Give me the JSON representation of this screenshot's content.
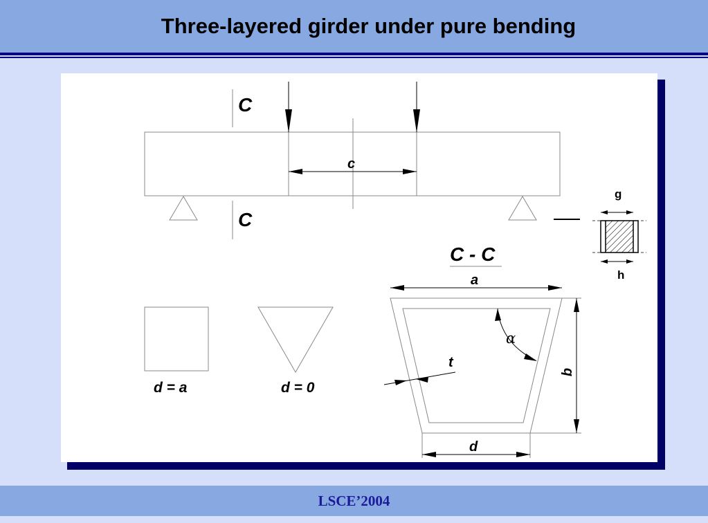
{
  "header": {
    "title": "Three-layered girder under pure bending"
  },
  "footer": {
    "text": "LSCE’2004"
  },
  "diagram": {
    "section_top": "C",
    "section_bottom": "C",
    "dim_c": "c",
    "layer_g": "g",
    "layer_h": "h",
    "section_title": "C - C",
    "dim_a": "a",
    "dim_b": "b",
    "dim_d": "d",
    "dim_t": "t",
    "angle": "α",
    "square_caption": "d = a",
    "triangle_caption": "d = 0"
  }
}
